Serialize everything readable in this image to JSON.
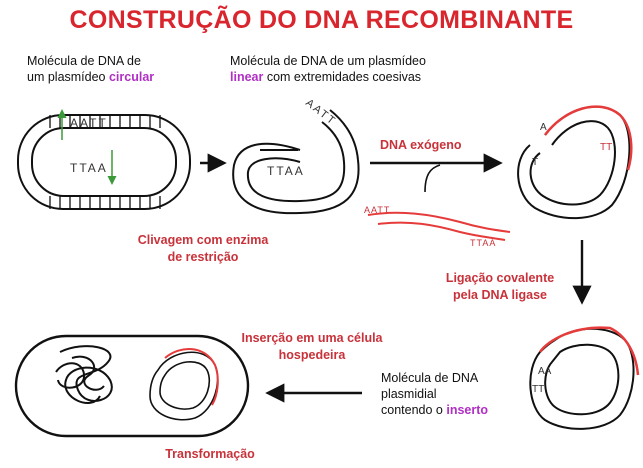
{
  "title": "CONSTRUÇÃO DO DNA RECOMBINANTE",
  "colors": {
    "title": "#d9262e",
    "label_red": "#c8323a",
    "highlight_purple": "#b02fc4",
    "dna_red": "#e53b3b",
    "strand_black": "#111111"
  },
  "labels": {
    "circular_line1": "Molécula de DNA de",
    "circular_line2_pre": "um plasmídeo ",
    "circular_word": "circular",
    "linear_line1": "Molécula de DNA de um plasmídeo",
    "linear_word": "linear",
    "linear_line2_post": " com extremidades coesivas",
    "final_line1": "Molécula de DNA",
    "final_line2": "plasmidial",
    "final_line3_pre": "contendo o ",
    "insert_word": "inserto"
  },
  "steps": {
    "cleavage_line1": "Clivagem com enzima",
    "cleavage_line2": "de restrição",
    "exogenous": "DNA exógeno",
    "ligation_line1": "Ligação covalente",
    "ligation_line2": "pela DNA ligase",
    "insertion_line1": "Inserção em uma célula",
    "insertion_line2": "hospedeira",
    "transformation": "Transformação"
  },
  "sequences": {
    "top_circular": "AATT",
    "bottom_circular": "TTAA",
    "bottom_linear": "TTAA",
    "sticky_end_linear": "AATT",
    "exogenous_left": "AATT",
    "exogenous_right": "TTAA",
    "recomb_a": "A",
    "recomb_t": "T",
    "recomb_aa": "AA",
    "recomb_tt": "TT"
  },
  "icons": [
    "arrow-right-icon",
    "arrow-down-icon",
    "arrow-left-icon",
    "cell-icon",
    "chromosome-icon"
  ]
}
